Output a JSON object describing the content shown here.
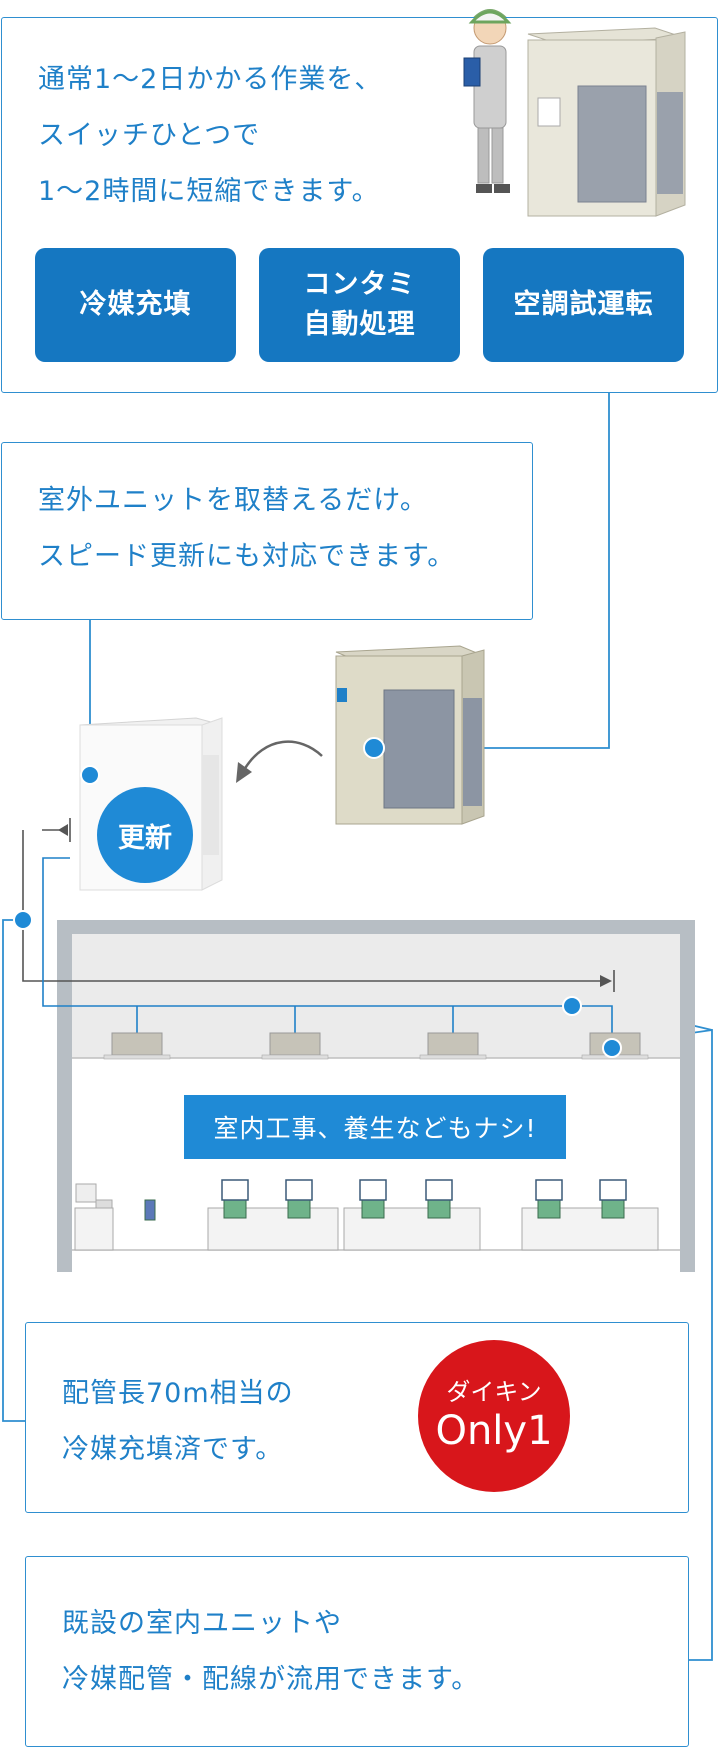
{
  "box1": {
    "lines": [
      "通常1〜2日かかる作業を、",
      "スイッチひとつで",
      "1〜2時間に短縮できます。"
    ],
    "buttons": [
      {
        "lines": [
          "冷媒充填"
        ]
      },
      {
        "lines": [
          "コンタミ",
          "自動処理"
        ]
      },
      {
        "lines": [
          "空調試運転"
        ]
      }
    ]
  },
  "box2": {
    "lines": [
      "室外ユニットを取替えるだけ。",
      "スピード更新にも対応できます。"
    ]
  },
  "renew_badge": "更新",
  "indoor_banner": "室内工事、養生などもナシ!",
  "box3": {
    "lines": [
      "配管長70m相当の",
      "冷媒充填済です。"
    ],
    "badge_top": "ダイキン",
    "badge_bottom": "Only1"
  },
  "box4": {
    "lines": [
      "既設の室内ユニットや",
      "冷媒配管・配線が流用できます。"
    ]
  },
  "colors": {
    "accent_blue": "#1f8ad6",
    "button_blue": "#1577c1",
    "badge_red": "#d8161b",
    "line_gray": "#555555"
  }
}
